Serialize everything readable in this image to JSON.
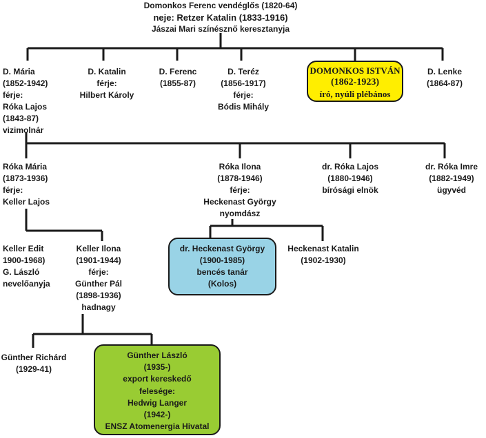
{
  "colors": {
    "line": "#1a1a1a",
    "highlight_yellow": "#ffee00",
    "highlight_blue": "#99d3e6",
    "highlight_green": "#99cc33"
  },
  "tree": {
    "root": [
      "Domonkos Ferenc vendéglős (1820-64)",
      "neje:  Retzer Katalin (1833-1916)",
      "Jászai Mari színésznő keresztanyja"
    ],
    "children_1": [
      {
        "id": "domonkos-maria",
        "lines": [
          "D. Mária",
          "(1852-1942)",
          "férje:",
          "Róka Lajos",
          "(1843-87)",
          "vizimolnár"
        ]
      },
      {
        "id": "domonkos-katalin",
        "lines": [
          "D. Katalin",
          "férje:",
          "Hilbert Károly"
        ]
      },
      {
        "id": "domonkos-ferenc",
        "lines": [
          "D. Ferenc",
          "(1855-87)"
        ]
      },
      {
        "id": "domonkos-terez",
        "lines": [
          "D. Teréz",
          "(1856-1917)",
          "férje:",
          "Bódis Mihály"
        ]
      },
      {
        "id": "domonkos-istvan",
        "lines": [
          "DOMONKOS ISTVÁN",
          "(1862-1923)",
          "író, nyúli plébános"
        ]
      },
      {
        "id": "domonkos-lenke",
        "lines": [
          "D. Lenke",
          "(1864-87)"
        ]
      }
    ],
    "children_2": [
      {
        "id": "roka-maria",
        "lines": [
          "Róka Mária",
          "(1873-1936)",
          "férje:",
          "Keller Lajos"
        ]
      },
      {
        "id": "roka-ilona",
        "lines": [
          "Róka Ilona",
          "(1878-1946)",
          "férje:",
          "Heckenast György",
          "nyomdász"
        ]
      },
      {
        "id": "roka-lajos",
        "lines": [
          "dr. Róka Lajos",
          "(1880-1946)",
          "bírósági elnök"
        ]
      },
      {
        "id": "roka-imre",
        "lines": [
          "dr. Róka Imre",
          "(1882-1949)",
          "ügyvéd"
        ]
      }
    ],
    "children_3a": [
      {
        "id": "keller-edit",
        "lines": [
          "Keller Edit",
          "1900-1968)",
          "G. László",
          "nevelőanyja"
        ]
      },
      {
        "id": "keller-ilona",
        "lines": [
          "Keller Ilona",
          "(1901-1944)",
          "férje:",
          "Günther Pál",
          "(1898-1936)",
          "hadnagy"
        ]
      }
    ],
    "children_3b": [
      {
        "id": "heckenast-gyorgy",
        "lines": [
          "dr. Heckenast György",
          "(1900-1985)",
          "bencés tanár",
          "(Kolos)"
        ]
      },
      {
        "id": "heckenast-katalin",
        "lines": [
          "Heckenast Katalin",
          "(1902-1930)"
        ]
      }
    ],
    "children_4": [
      {
        "id": "gunther-richard",
        "lines": [
          "Günther Richárd",
          "(1929-41)"
        ]
      },
      {
        "id": "gunther-laszlo",
        "lines": [
          "Günther László",
          "(1935-)",
          "export kereskedő",
          "felesége:",
          "Hedwig Langer",
          "(1942-)",
          "ENSZ Atomenergia Hivatal"
        ]
      }
    ]
  }
}
